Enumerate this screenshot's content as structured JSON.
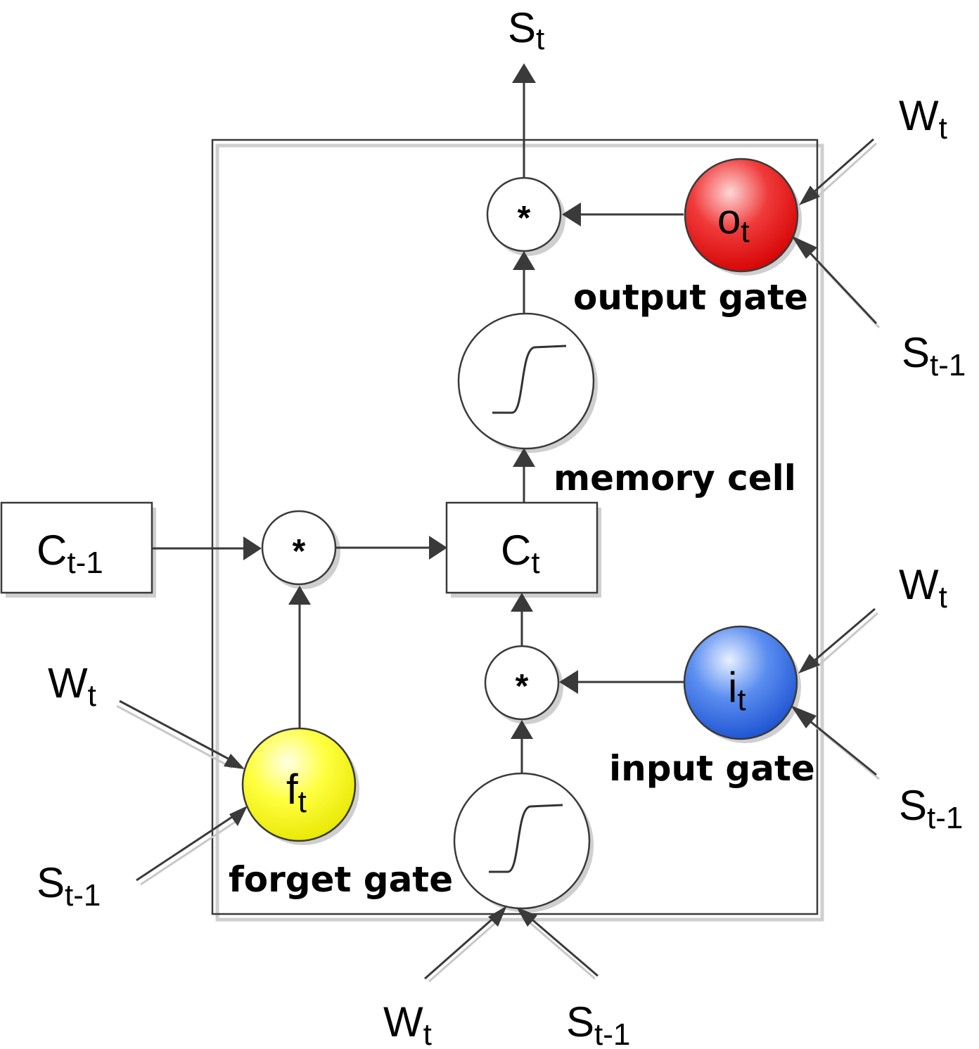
{
  "diagram": {
    "output": {
      "base": "S",
      "sub": "t"
    },
    "prev_cell": {
      "base": "C",
      "sub": "t-1"
    },
    "cell": {
      "base": "C",
      "sub": "t"
    },
    "multiply_symbol": "*",
    "gates": {
      "output": {
        "base": "o",
        "sub": "t",
        "label": "output gate",
        "color": "#e8141c"
      },
      "input": {
        "base": "i",
        "sub": "t",
        "label": "input gate",
        "color": "#2a5fd8"
      },
      "forget": {
        "base": "f",
        "sub": "t",
        "label": "forget gate",
        "color": "#f0f000"
      }
    },
    "memory_cell_label": "memory cell",
    "inputs": {
      "w": {
        "base": "W",
        "sub": "t"
      },
      "s": {
        "base": "S",
        "sub": "t-1"
      }
    }
  }
}
